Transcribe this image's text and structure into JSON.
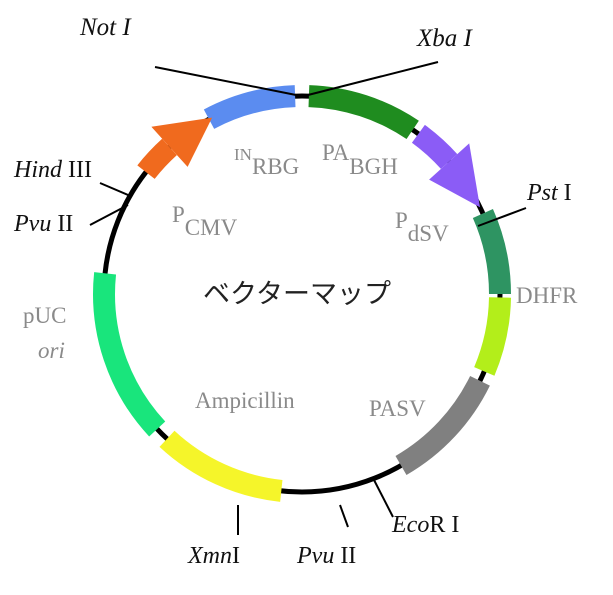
{
  "title": "ベクターマップ",
  "colors": {
    "backbone": "#000000",
    "label_gray": "#8a8a8a",
    "label_black": "#111111",
    "IN_RBG": "#5b8cf0",
    "PA_BGH": "#1f8c1f",
    "P_dSV": "#8b5cf6",
    "DHFR": "#2e9462",
    "DHFR_tail": "#b3ee1a",
    "PASV": "#808080",
    "Ampicillin": "#f5f52a",
    "pUC_ori": "#19e57c",
    "P_CMV": "#f06a1e"
  },
  "features": {
    "in": {
      "main": "IN",
      "sub": "RBG"
    },
    "pa": {
      "main": "PA",
      "sub": "BGH"
    },
    "pcmv": {
      "main": "P",
      "sub": "CMV"
    },
    "pdsv": {
      "main": "P",
      "sub": "dSV"
    },
    "dhfr": "DHFR",
    "pasv": "PASV",
    "ampicillin": "Ampicillin",
    "puc": "pUC",
    "ori": "ori"
  },
  "sites": {
    "not1": "Not I",
    "xba1": "Xba I",
    "pst1": {
      "it": "Pst",
      "rn": " I"
    },
    "hind3": {
      "it": "Hind",
      "rn": " III"
    },
    "pvu2_left": {
      "it": "Pvu",
      "rn": " II"
    },
    "ecor1": {
      "it": "Eco",
      "rn": "R I"
    },
    "pvu2_bottom": {
      "it": "Pvu",
      "rn": " II"
    },
    "xmn1": {
      "it": "Xmn",
      "rn": "I"
    }
  }
}
